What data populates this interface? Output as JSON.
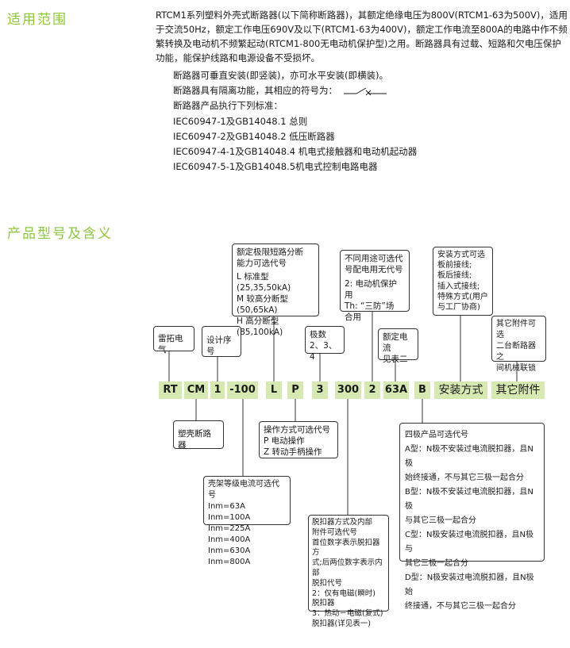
{
  "section1": {
    "title": "适用范围",
    "paragraph": "RTCM1系列塑料外壳式断路器(以下简称断路器)，其额定绝缘电压为800V(RTCM1-63为500V)，适用于交流50Hz，额定工作电压690V及以下(RTCM1-63为400V)，额定工作电流至800A的电路中作不频繁转换及电动机不频繁起动(RTCM1-800无电动机保护型)之用。断路器具有过载、短路和欠电压保护功能，能保护线路和电源设备不受损坏。",
    "lines": [
      "断路器可垂直安装(即竖装)，亦可水平安装(即横装)。",
      "断路器具有隔离功能，其相应的符号为：",
      "断路器产品执行下列标准：",
      "IEC60947-1及GB14048.1 总则",
      "IEC60947-2及GB14048.2 低压断路器",
      "IEC60947-4-1及GB14048.4 机电式接触器和电动机起动器",
      "IEC60947-5-1及GB14048.5机电式控制电路电器"
    ],
    "isolation_symbol": "isolator-symbol-icon"
  },
  "section2": {
    "title": "产品型号及含义",
    "codes": [
      "RT",
      "CM",
      "1",
      "-100",
      "L",
      "P",
      "3",
      "300",
      "2",
      "63A",
      "B",
      "安装方式",
      "其它附件"
    ],
    "boxes": {
      "brand": [
        "雷拓电气"
      ],
      "series": [
        "设计序号"
      ],
      "breaking": [
        "额定极限短路分断",
        "能力可选代号",
        "L 标准型(25,35,50kA)",
        "M 较高分断型(50,65kA)",
        "H 高分断型(85,100kA)"
      ],
      "poles": [
        "极数",
        "2、3、4"
      ],
      "usage": [
        "不同用途可选代",
        "号配电用无代号",
        "2: 电动机保护用",
        "Th: “三防”场",
        "合用"
      ],
      "rated_current": [
        "额定电流",
        "见表二"
      ],
      "install": [
        "安装方式可选",
        "板前接线;",
        "板后接线;",
        "插入式接线;",
        "特殊方式(用户",
        "与工厂协商)"
      ],
      "accessory": [
        "其它附件可选",
        "二台断路器之",
        "间机械联锁"
      ],
      "plastic_case": [
        "塑壳断路器"
      ],
      "operation": [
        "操作方式可选代号",
        "P 电动操作",
        "Z 转动手柄操作"
      ],
      "frame": [
        "壳架等级电流可选代号",
        "Inm=63A   Inm=100A",
        "Inm=225A   Inm=400A",
        "Inm=630A  Inm=800A"
      ],
      "release": [
        "脱扣器方式及内部",
        "附件可选代号",
        "首位数字表示脱扣器方",
        "式;后两位数字表示内部",
        "脱扣代号",
        "2：仅有电磁(瞬时)",
        "脱扣器",
        "3：热动－电磁(复式)",
        "脱扣器(详见表一)"
      ],
      "four_pole": [
        "四极产品可选代号",
        "A型：N极不安装过电流脱扣器，且N极",
        "始终接通，不与其它三极一起合分",
        "B型：N极不安装过电流脱扣器，且N极",
        "与其它三极一起合分",
        "C型：N极安装过电流脱扣器，且N极与",
        "其它三极一起合分",
        "D型：N极安装过电流脱扣器，且N极始",
        "终接通，不与其它三极一起合分"
      ]
    }
  },
  "colors": {
    "accent": "#8cc63f",
    "code_bg": "#d6e9b3",
    "line": "#333333"
  }
}
